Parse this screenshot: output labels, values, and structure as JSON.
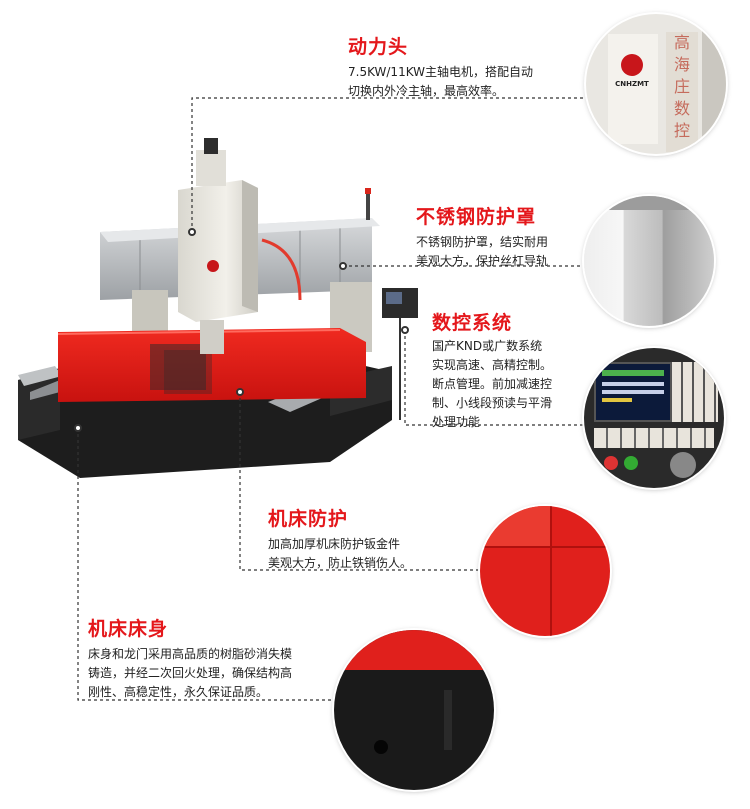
{
  "features": [
    {
      "title": "动力头",
      "lines": [
        "7.5KW/11KW主轴电机，搭配自动",
        "切换内外冷主轴，最高效率。"
      ]
    },
    {
      "title": "不锈钢防护罩",
      "lines": [
        "不锈钢防护罩，结实耐用",
        "美观大方，保护丝杠导轨"
      ]
    },
    {
      "title": "数控系统",
      "lines": [
        "国产KND或广数系统",
        "实现高速、高精控制。",
        "断点管理。前加减速控",
        "制、小线段预读与平滑",
        "处理功能"
      ]
    },
    {
      "title": "机床防护",
      "lines": [
        "加高加厚机床防护钣金件",
        "美观大方，防止铁销伤人。"
      ]
    },
    {
      "title": "机床床身",
      "lines": [
        "床身和龙门采用高品质的树脂砂消失模",
        "铸造，并经二次回火处理，确保结构高",
        "刚性、高稳定性，永久保证品质。"
      ]
    }
  ],
  "machine_label": {
    "brand": "CNHZMT",
    "sign_chars": [
      "高",
      "海",
      "庄",
      "数",
      "控"
    ]
  },
  "colors": {
    "accent": "#e4171b",
    "dark": "#1c1c1c",
    "steel": "#b9bcbf"
  }
}
